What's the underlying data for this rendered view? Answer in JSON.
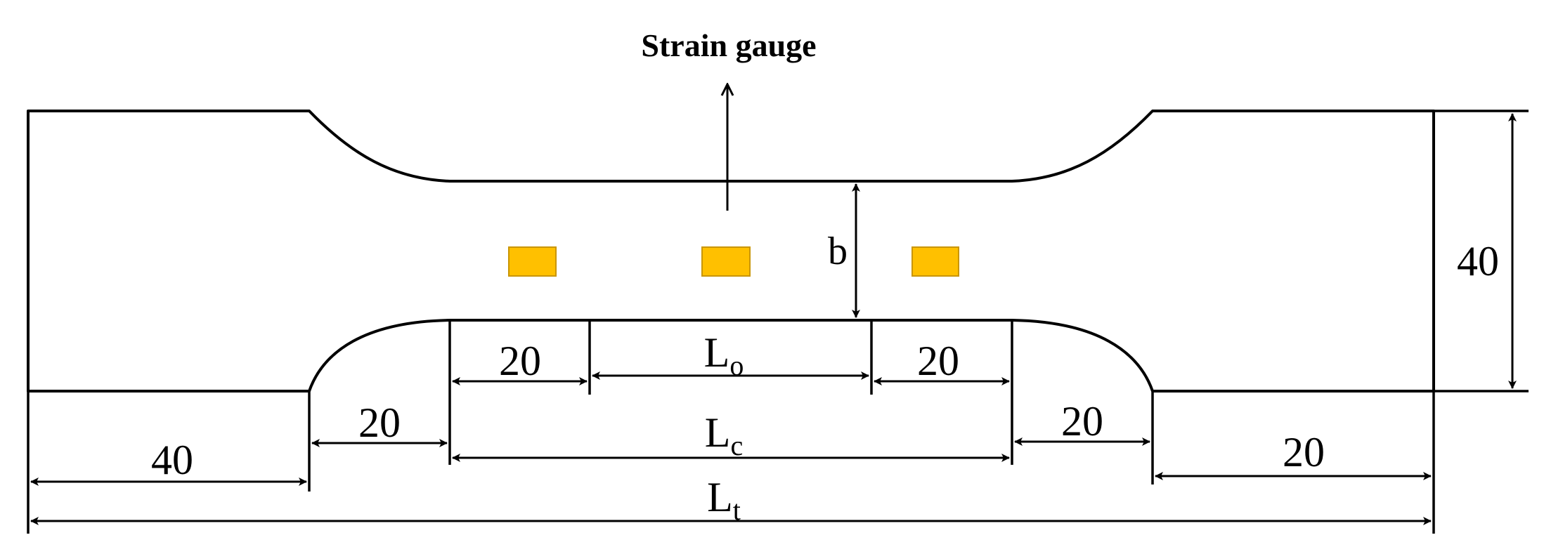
{
  "title": "Strain gauge",
  "colors": {
    "line": "#000000",
    "gauge_fill": "#FFC000",
    "background": "#FFFFFF"
  },
  "labels": {
    "b": "b",
    "overall_height": "40",
    "gauge_length_symbol": "L",
    "gauge_length_sub": "o",
    "parallel_length_symbol": "L",
    "parallel_length_sub": "c",
    "total_length_symbol": "L",
    "total_length_sub": "t",
    "left_grip": "40",
    "left_transition": "20",
    "left_inner_margin": "20",
    "right_inner_margin": "20",
    "right_transition": "20",
    "right_grip": "20"
  },
  "gauges": [
    {
      "name": "strain-gauge-left"
    },
    {
      "name": "strain-gauge-center"
    },
    {
      "name": "strain-gauge-right"
    }
  ]
}
